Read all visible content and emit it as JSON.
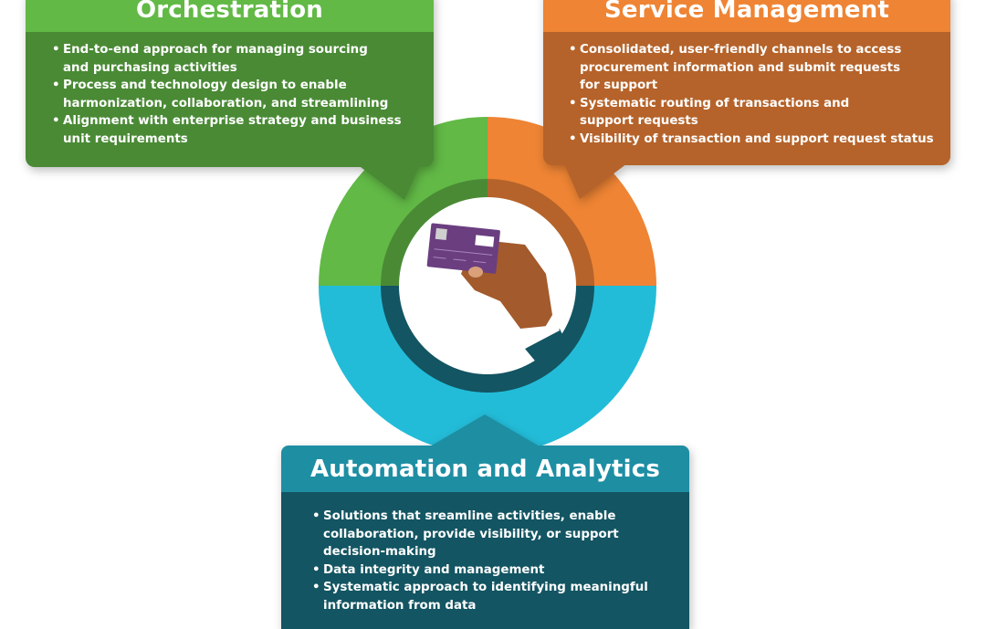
{
  "colors": {
    "orchestration_header": "#62b946",
    "orchestration_body": "#4a8a35",
    "service_header": "#ee8434",
    "service_body": "#b5632a",
    "automation_header": "#1e8ea3",
    "automation_body": "#135562",
    "ring_cyan": "#23bcd8",
    "card_purple": "#6b3e80"
  },
  "orchestration": {
    "title": "Orchestration",
    "bullets": [
      {
        "lines": [
          "End-to-end approach for managing sourcing",
          "and purchasing activities"
        ]
      },
      {
        "lines": [
          "Process and technology design to enable",
          "harmonization, collaboration, and streamlining"
        ]
      },
      {
        "lines": [
          "Alignment with enterprise strategy and business",
          "unit requirements"
        ]
      }
    ]
  },
  "service": {
    "title": "Service Management",
    "bullets": [
      {
        "lines": [
          "Consolidated, user-friendly channels to access",
          "procurement information and submit requests",
          "for support"
        ]
      },
      {
        "lines": [
          "Systematic routing of transactions and",
          "support requests"
        ]
      },
      {
        "lines": [
          "Visibility of transaction and support request status"
        ]
      }
    ]
  },
  "automation": {
    "title": "Automation and Analytics",
    "bullets": [
      {
        "lines": [
          "Solutions that sreamline activities, enable",
          "collaboration, provide visibility, or support",
          "decision-making"
        ]
      },
      {
        "lines": [
          "Data integrity and management"
        ]
      },
      {
        "lines": [
          "Systematic approach to identifying meaningful",
          "information from data"
        ]
      }
    ]
  },
  "center_icon": "hand-holding-credit-card-icon"
}
